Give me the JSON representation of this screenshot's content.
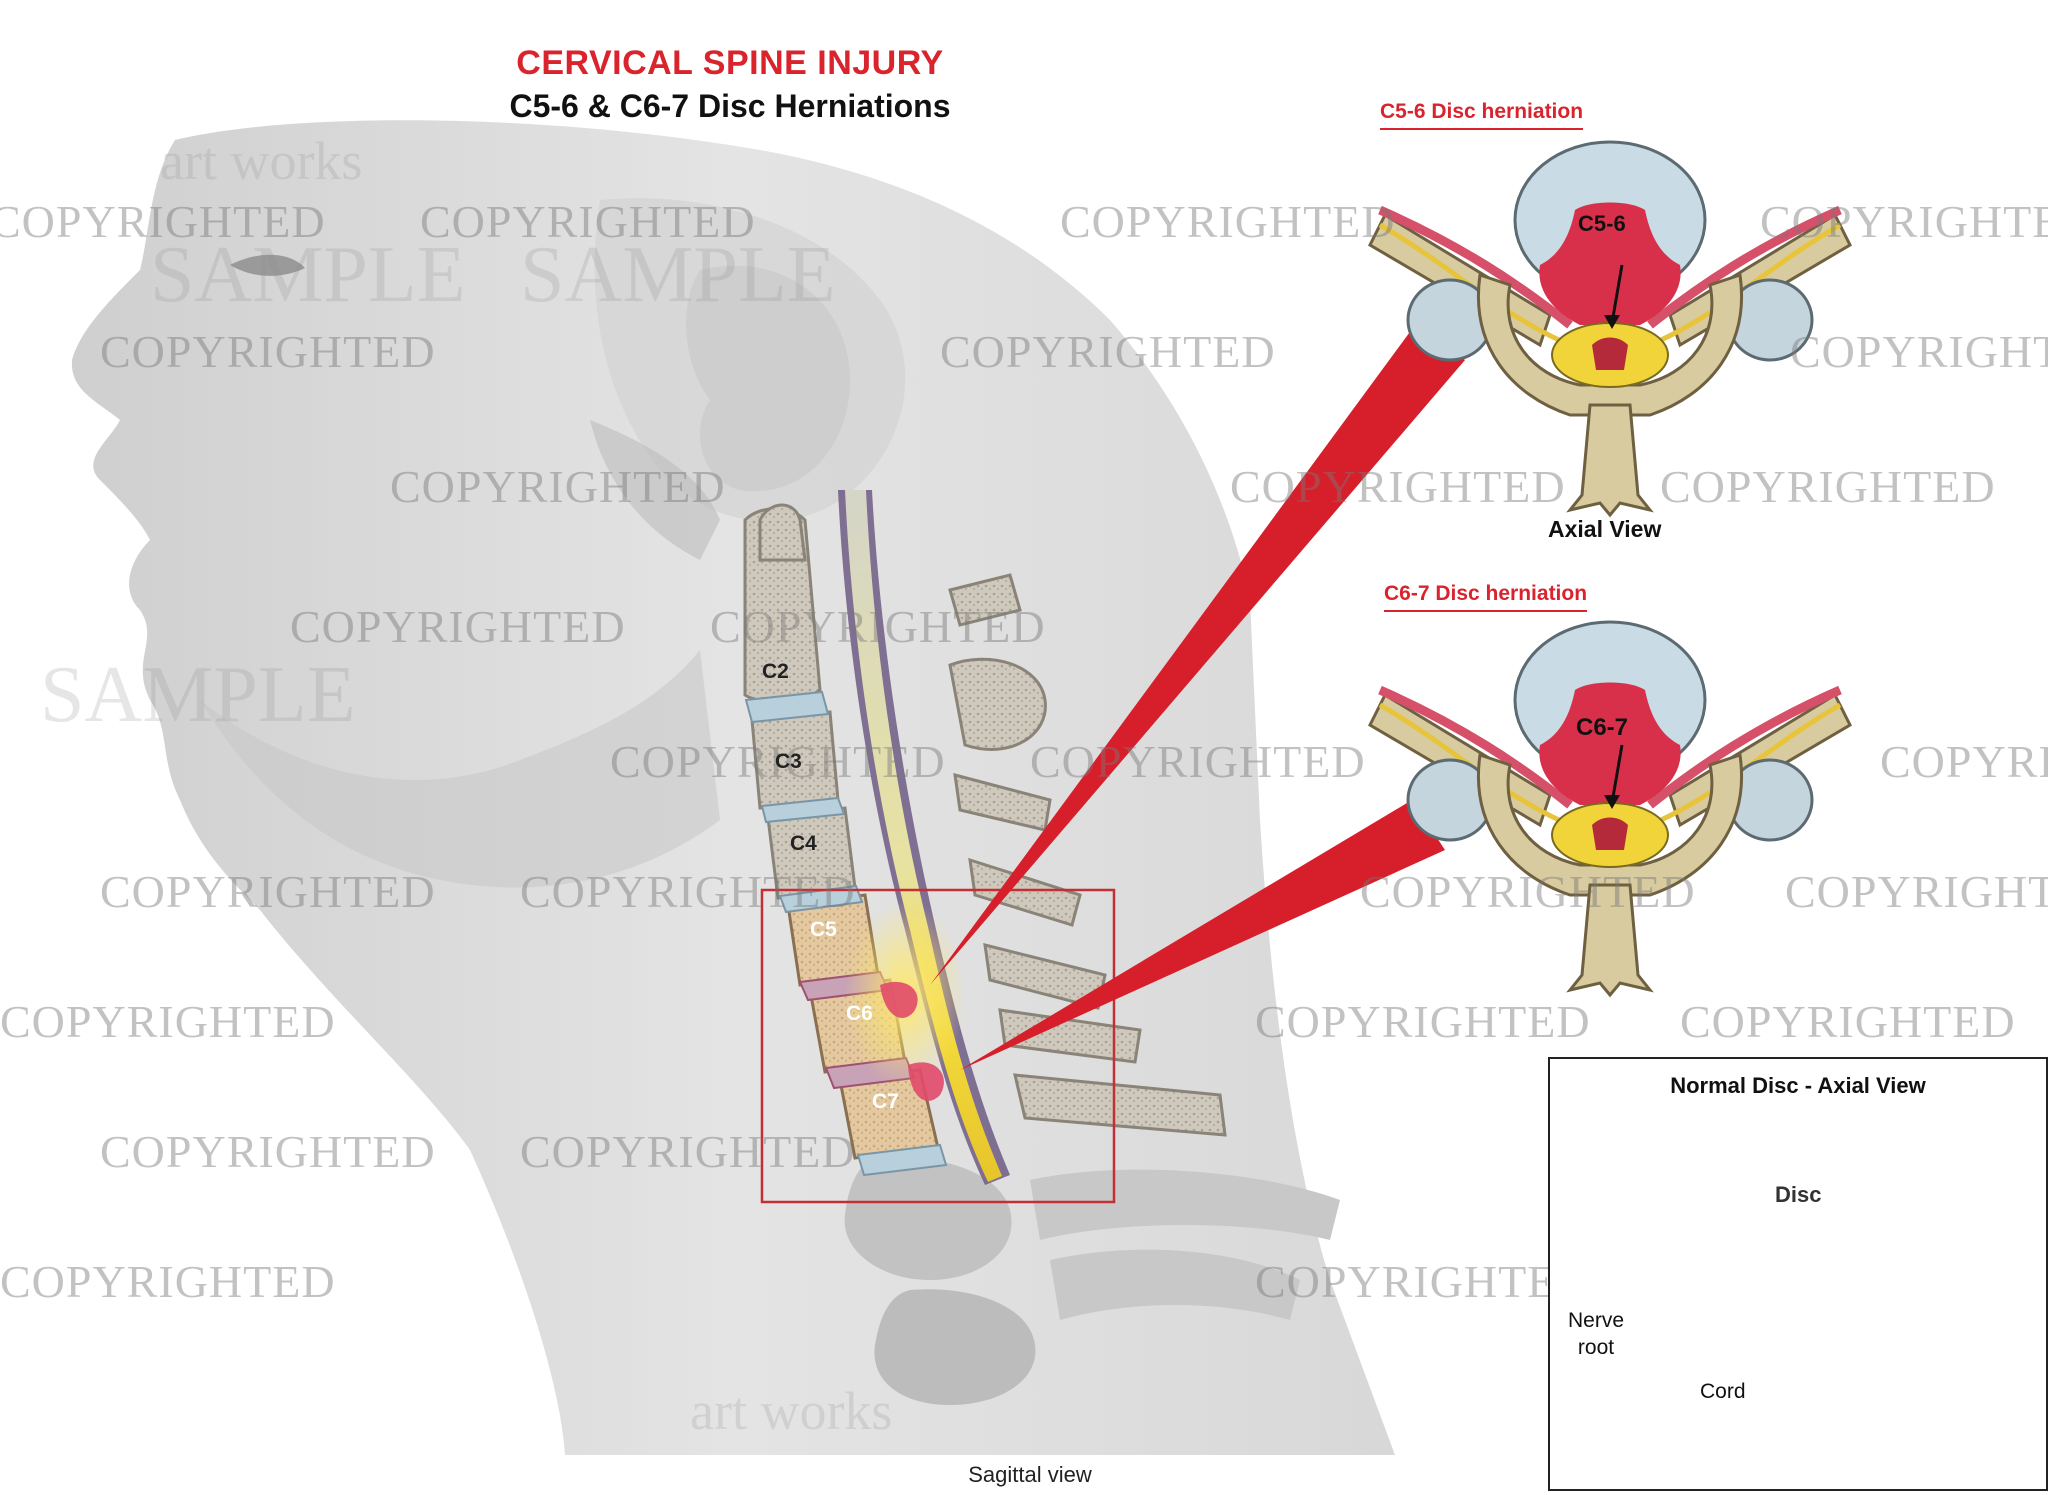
{
  "title": "CERVICAL SPINE INJURY",
  "subtitle": "C5-6 & C6-7 Disc Herniations",
  "sagittal": {
    "caption": "Sagittal view",
    "vertebrae": [
      "C2",
      "C3",
      "C4",
      "C5",
      "C6",
      "C7"
    ]
  },
  "axial_top": {
    "heading": "C5-6 Disc herniation",
    "disc_label": "C5-6",
    "caption": "Axial View"
  },
  "axial_middle": {
    "heading": "C6-7 Disc herniation",
    "disc_label": "C6-7"
  },
  "normal": {
    "title": "Normal Disc - Axial View",
    "disc_label": "Disc",
    "nerve_root_label": "Nerve root",
    "cord_label": "Cord"
  },
  "watermark": {
    "text": "COPYRIGHTED",
    "sample_text": "SAMPLE",
    "brand": "art works"
  },
  "colors": {
    "title_red": "#d9242e",
    "callout_red": "#d61f2a",
    "bone": "#d8cba0",
    "disc": "#b9d3de",
    "herniation": "#d8304a",
    "cord": "#e8d33a"
  }
}
